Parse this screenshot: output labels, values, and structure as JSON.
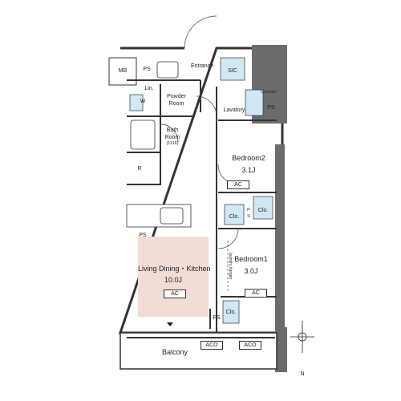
{
  "labels": {
    "mb": "MB",
    "ps_top": "PS",
    "entrance": "Entrance",
    "sic": "SIC",
    "lin": "Lin.",
    "w": "W",
    "powder_room_1": "Powder",
    "powder_room_2": "Room",
    "lavatory": "Lavatory",
    "counter": "Counter",
    "ps_lavatory": "PS",
    "bath_room_1": "Bath",
    "bath_room_2": "Room",
    "bath_size": "(1116)",
    "bedroom2_name": "Bedroom2",
    "bedroom2_size": "3.1J",
    "bedroom2_ac": "AC",
    "r": "R",
    "clo_bed2": "Clo.",
    "clo_bed1_top": "Clo.",
    "p": "P",
    "s": "S",
    "ps_kitchen": "PS",
    "bedroom1_name": "Bedroom1",
    "bedroom1_size": "3.0J",
    "laundry": "laundry hanger",
    "ldk_name": "Living Dining・Kitchen",
    "ldk_size": "10.0J",
    "ldk_ac": "AC",
    "bedroom1_ac": "AC",
    "clo_bottom": "Clo.",
    "ps_bottom": "PS",
    "balcony": "Balcony",
    "aco_1": "ACO",
    "aco_2": "ACO",
    "compass_n": "N"
  },
  "colors": {
    "wall": "#333333",
    "column": "#6b6b6b",
    "storage": "#cfe8f3",
    "ldk_fill": "#f3dcd6"
  }
}
